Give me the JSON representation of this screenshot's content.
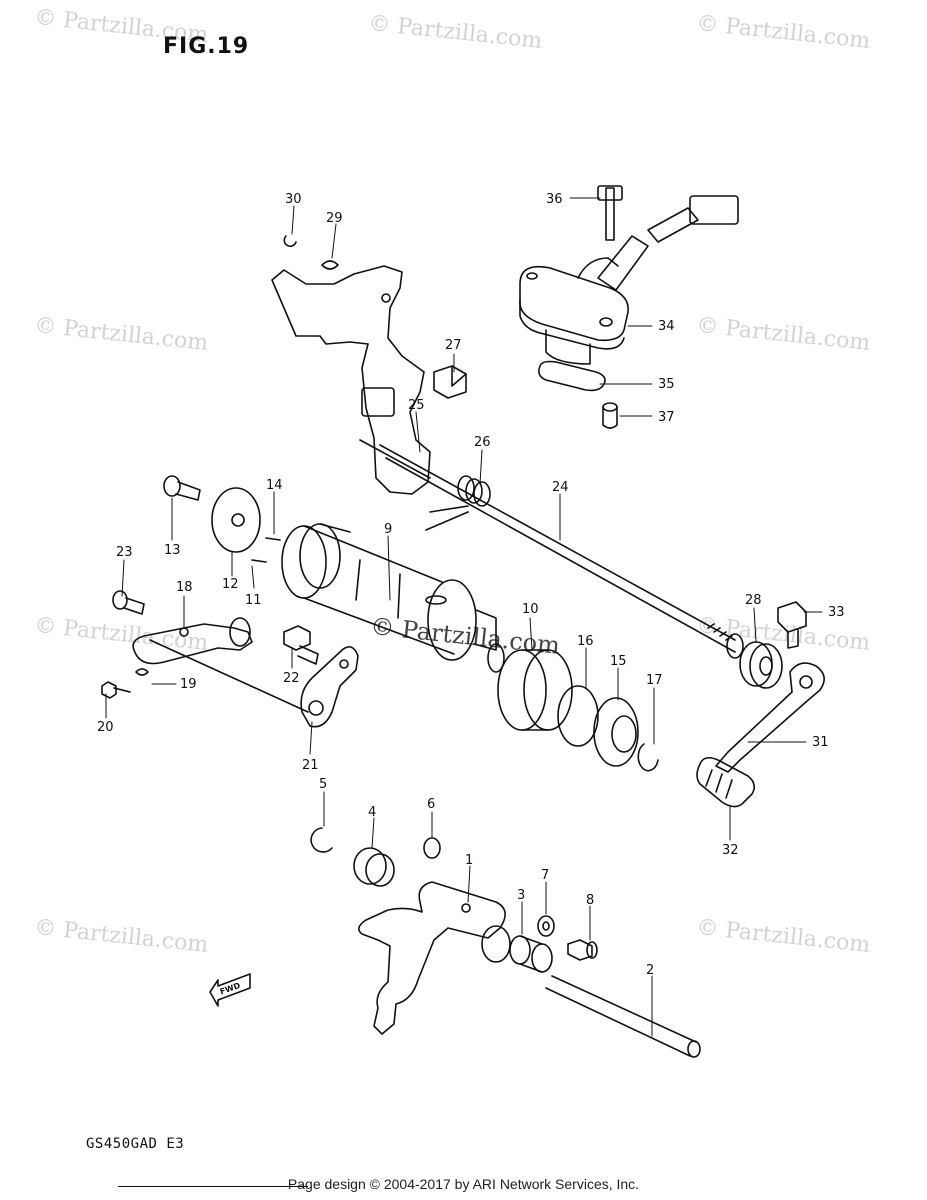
{
  "figure": {
    "title": "FIG.19",
    "model": "GS450GAD E3"
  },
  "footer": {
    "text": "Page design © 2004-2017 by ARI Network Services, Inc."
  },
  "watermark": {
    "text": "© Partzilla.com",
    "center_text": "© Partzilla.com"
  },
  "fwd_label": "FWD",
  "callouts": [
    "1",
    "2",
    "3",
    "4",
    "5",
    "6",
    "7",
    "8",
    "9",
    "10",
    "11",
    "12",
    "13",
    "14",
    "15",
    "16",
    "17",
    "18",
    "19",
    "20",
    "21",
    "22",
    "23",
    "24",
    "25",
    "26",
    "27",
    "28",
    "29",
    "30",
    "31",
    "32",
    "33",
    "34",
    "35",
    "36",
    "37"
  ]
}
